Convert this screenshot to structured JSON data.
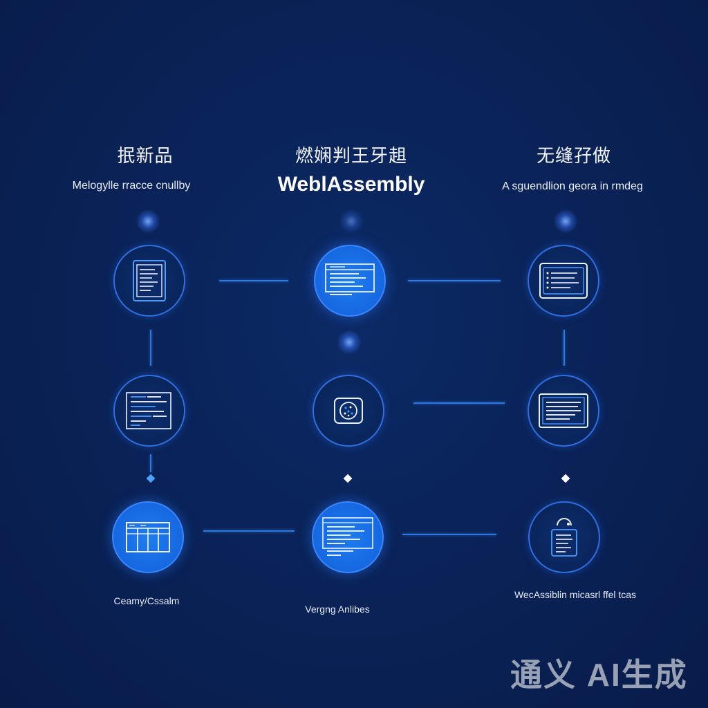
{
  "columns": [
    {
      "title": "抿新品",
      "subtitle": "Melogylle rracce cnullby"
    },
    {
      "title": "燃娴判王牙趄",
      "subtitle": "WeblAssembly"
    },
    {
      "title": "无缝孖做",
      "subtitle": "A sguendlion geora in rmdeg"
    }
  ],
  "bottom_labels": [
    "Ceamy/Cssalm",
    "Vergng Anlibes",
    "WecAssiblin micasrl ffel tcas"
  ],
  "nodes": [
    {
      "id": "r1c1",
      "icon": "document-icon",
      "style": "outline"
    },
    {
      "id": "r1c2",
      "icon": "code-window-icon",
      "style": "filled"
    },
    {
      "id": "r1c3",
      "icon": "list-window-icon",
      "style": "outline"
    },
    {
      "id": "r2c1",
      "icon": "code-lines-icon",
      "style": "outline"
    },
    {
      "id": "r2c2",
      "icon": "chip-icon",
      "style": "outline"
    },
    {
      "id": "r2c3",
      "icon": "text-window-icon",
      "style": "outline"
    },
    {
      "id": "r3c1",
      "icon": "table-icon",
      "style": "filled"
    },
    {
      "id": "r3c2",
      "icon": "code-window-icon",
      "style": "filled"
    },
    {
      "id": "r3c3",
      "icon": "lock-document-icon",
      "style": "outline"
    }
  ],
  "watermark": "通义 AI生成",
  "colors": {
    "background": "#0a2358",
    "accent": "#1f7cf0",
    "line": "#2e78e6"
  }
}
